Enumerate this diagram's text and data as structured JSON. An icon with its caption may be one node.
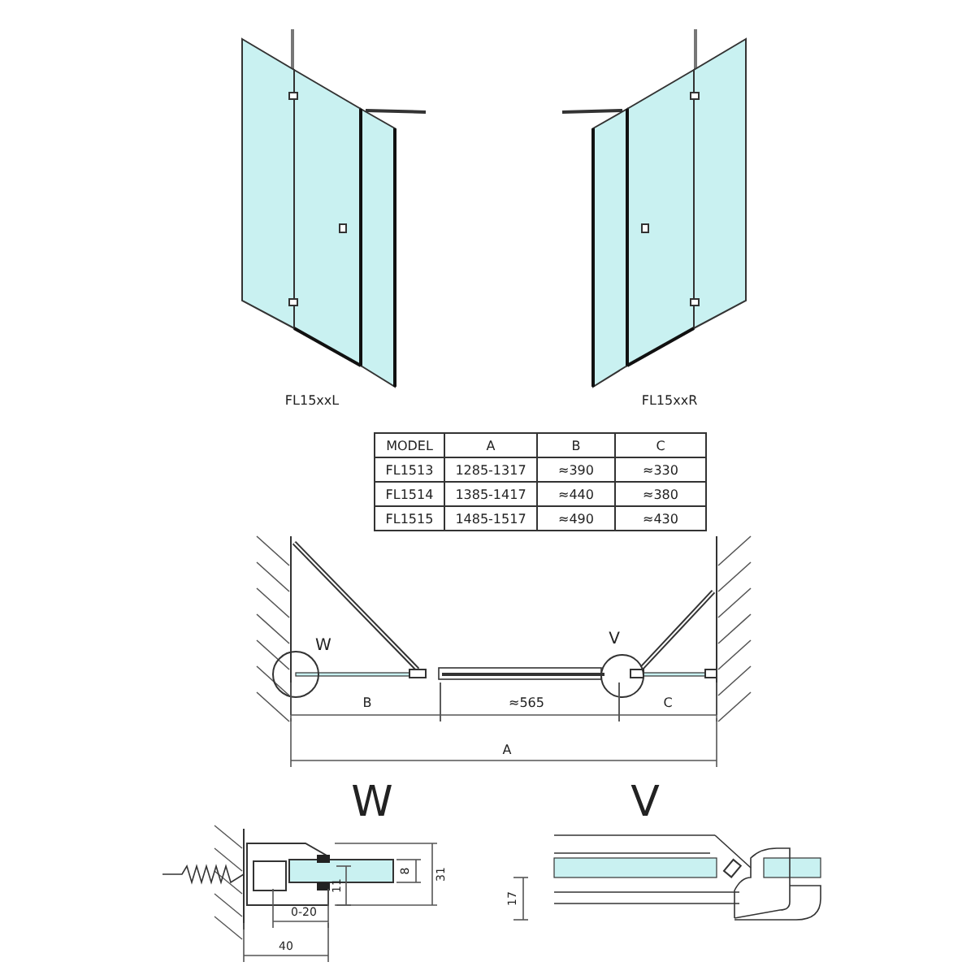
{
  "diagram": {
    "labels": [
      "FL15xxL",
      "FL15xxR",
      "MODEL",
      "A",
      "B",
      "C",
      "FL1513",
      "1285-1317",
      "≈390",
      "≈330",
      "FL1514",
      "1385-1417",
      "≈440",
      "≈380",
      "FL1515",
      "1485-1517",
      "≈490",
      "≈430",
      "W",
      "V",
      "B",
      "≈565",
      "C",
      "A",
      "W",
      "V",
      "31",
      "8",
      "11",
      "0-20",
      "40",
      "17"
    ]
  }
}
